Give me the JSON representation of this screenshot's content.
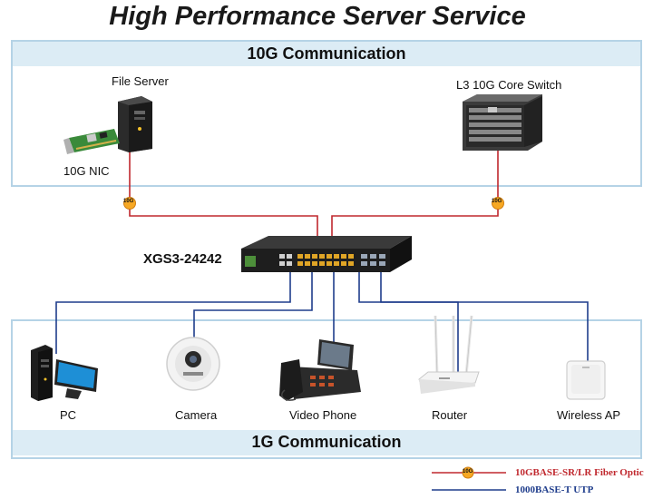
{
  "title": "High Performance Server Service",
  "top_band": "10G Communication",
  "bottom_band": "1G Communication",
  "devices": {
    "file_server": "File Server",
    "nic": "10G NIC",
    "core_switch": "L3 10G Core Switch",
    "switch_model": "XGS3-24242",
    "pc": "PC",
    "camera": "Camera",
    "video_phone": "Video Phone",
    "router": "Router",
    "wireless_ap": "Wireless AP"
  },
  "badge_text": "10G",
  "legend": {
    "fiber": "10GBASE-SR/LR Fiber Optic",
    "utp": "1000BASE-T UTP"
  },
  "colors": {
    "fiber": "#c0282e",
    "utp": "#1f3d8c",
    "badge": "#f7a823",
    "band": "#dcecf5",
    "panel_border": "#b5d3e6"
  }
}
